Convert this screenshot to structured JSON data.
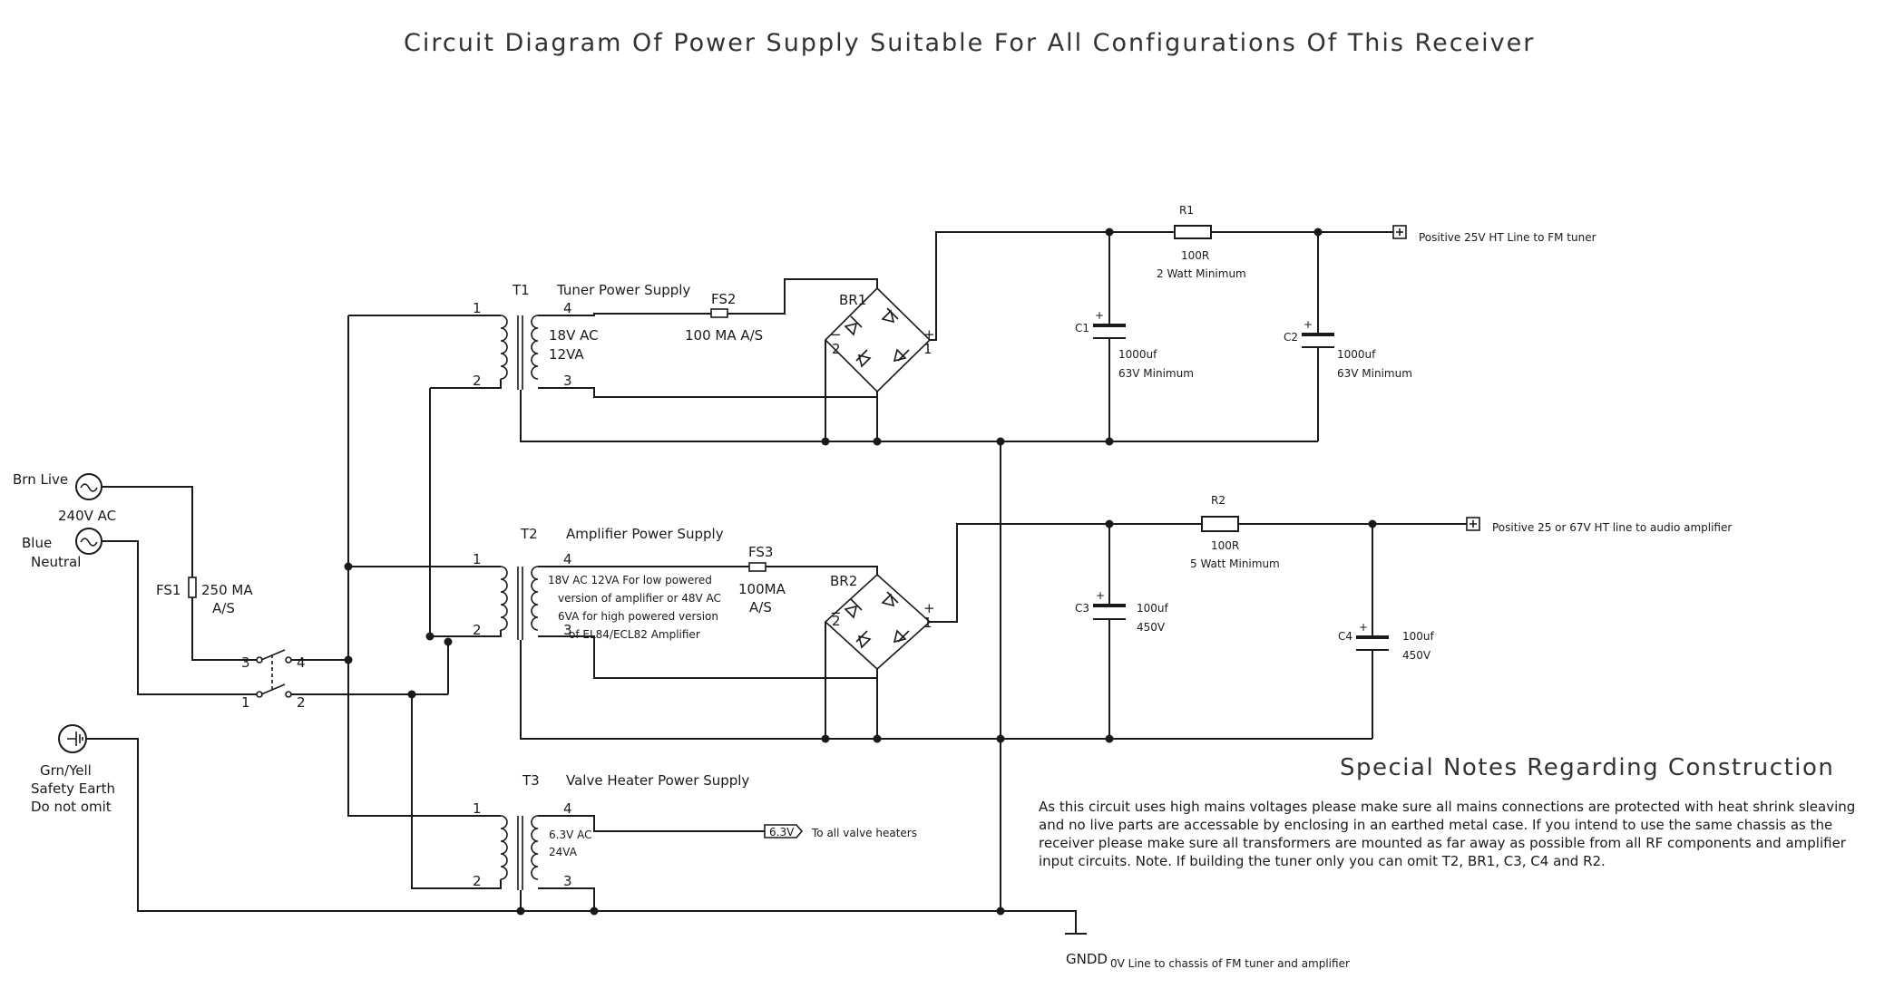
{
  "title": "Circuit Diagram Of Power Supply Suitable For All Configurations Of This Receiver",
  "mains": {
    "live_label": "Brn Live",
    "voltage": "240V AC",
    "neutral_label": "Blue",
    "neutral_label2": "Neutral",
    "earth_label1": "Grn/Yell",
    "earth_label2": "Safety Earth",
    "earth_label3": "Do not omit",
    "fuse_ref": "FS1",
    "fuse_value": "250 MA",
    "fuse_type": "A/S",
    "switch_pins": [
      "3",
      "4",
      "1",
      "2"
    ]
  },
  "t1": {
    "ref": "T1",
    "name": "Tuner Power Supply",
    "pins": [
      "1",
      "2",
      "4",
      "3"
    ],
    "rating1": "18V AC",
    "rating2": "12VA"
  },
  "t2": {
    "ref": "T2",
    "name": "Amplifier Power Supply",
    "pins": [
      "1",
      "2",
      "4",
      "3"
    ],
    "desc": [
      "18V AC 12VA For low powered",
      "version of amplifier or 48V AC",
      "6VA for high powered version",
      "of EL84/ECL82 Amplifier"
    ]
  },
  "t3": {
    "ref": "T3",
    "name": "Valve Heater Power Supply",
    "pins": [
      "1",
      "2",
      "4",
      "3"
    ],
    "rating1": "6.3V AC",
    "rating2": "24VA",
    "out_tag": "6.3V",
    "out_label": "To all valve heaters"
  },
  "fs2": {
    "ref": "FS2",
    "value": "100 MA A/S"
  },
  "fs3": {
    "ref": "FS3",
    "value1": "100MA",
    "value2": "A/S"
  },
  "br1": {
    "ref": "BR1",
    "minus": "−",
    "plus": "+",
    "pin_in": "2",
    "pin_out": "1"
  },
  "br2": {
    "ref": "BR2",
    "minus": "−",
    "plus": "+",
    "pin_in": "2",
    "pin_out": "1"
  },
  "r1": {
    "ref": "R1",
    "value": "100R",
    "rating": "2 Watt Minimum"
  },
  "r2": {
    "ref": "R2",
    "value": "100R",
    "rating": "5 Watt Minimum"
  },
  "c1": {
    "ref": "C1",
    "value": "1000uf",
    "rating": "63V Minimum"
  },
  "c2": {
    "ref": "C2",
    "value": "1000uf",
    "rating": "63V Minimum"
  },
  "c3": {
    "ref": "C3",
    "value": "100uf",
    "rating": "450V"
  },
  "c4": {
    "ref": "C4",
    "value": "100uf",
    "rating": "450V"
  },
  "outputs": {
    "tuner": "Positive 25V HT Line to FM tuner",
    "amp": "Positive 25 or 67V HT line to audio amplifier",
    "ground_ref": "GNDD",
    "ground": "0V Line to chassis of FM tuner and amplifier"
  },
  "notes": {
    "title": "Special Notes Regarding Construction",
    "lines": [
      "As this circuit uses high mains voltages please make sure all mains connections are protected with heat shrink sleaving",
      "and no live parts are accessable by enclosing in an earthed metal case. If you intend to use the same chassis as the",
      "receiver please make sure all transformers are mounted as far away as possible from all RF components and amplifier",
      "input circuits. Note. If building the tuner only you can omit T2, BR1, C3, C4 and R2."
    ]
  }
}
